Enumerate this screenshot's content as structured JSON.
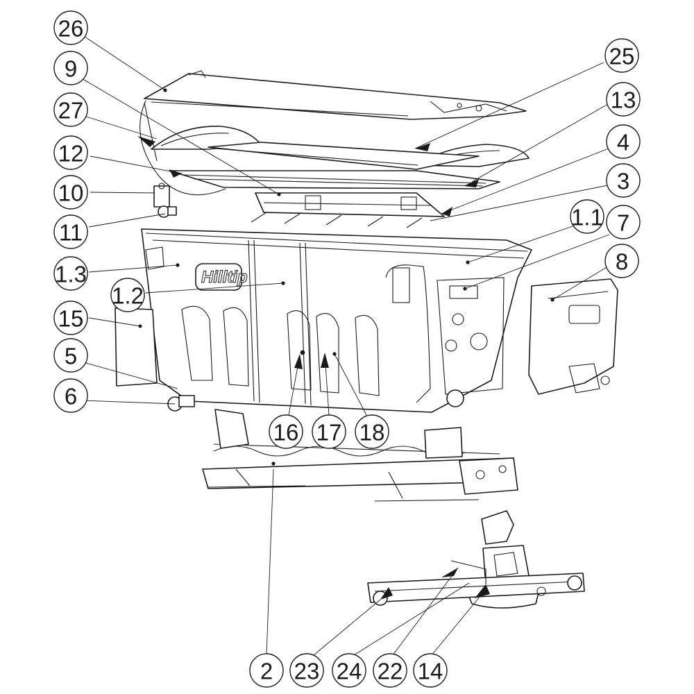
{
  "brand_logo": "Hilltip",
  "callouts": [
    {
      "id": "c26",
      "label": "26"
    },
    {
      "id": "c9",
      "label": "9"
    },
    {
      "id": "c27",
      "label": "27"
    },
    {
      "id": "c12",
      "label": "12"
    },
    {
      "id": "c10",
      "label": "10"
    },
    {
      "id": "c11",
      "label": "11"
    },
    {
      "id": "c13",
      "label": "1.3"
    },
    {
      "id": "c12b",
      "label": "1.2"
    },
    {
      "id": "c15",
      "label": "15"
    },
    {
      "id": "c5",
      "label": "5"
    },
    {
      "id": "c6",
      "label": "6"
    },
    {
      "id": "c25",
      "label": "25"
    },
    {
      "id": "c13r",
      "label": "13"
    },
    {
      "id": "c4",
      "label": "4"
    },
    {
      "id": "c3",
      "label": "3"
    },
    {
      "id": "c11r",
      "label": "1.1"
    },
    {
      "id": "c7",
      "label": "7"
    },
    {
      "id": "c8",
      "label": "8"
    },
    {
      "id": "c16",
      "label": "16"
    },
    {
      "id": "c17",
      "label": "17"
    },
    {
      "id": "c18",
      "label": "18"
    },
    {
      "id": "c2",
      "label": "2"
    },
    {
      "id": "c23",
      "label": "23"
    },
    {
      "id": "c24",
      "label": "24"
    },
    {
      "id": "c22",
      "label": "22"
    },
    {
      "id": "c14",
      "label": "14"
    }
  ]
}
